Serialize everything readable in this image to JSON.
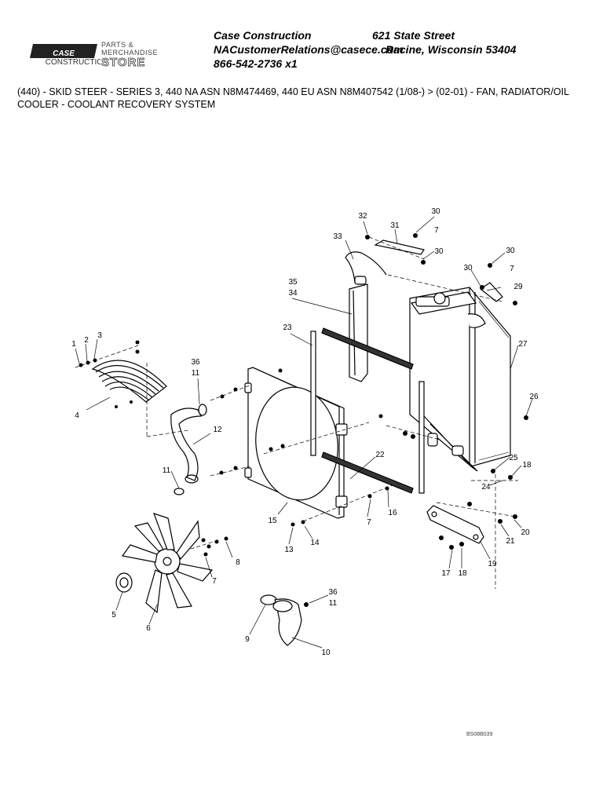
{
  "header": {
    "company": "Case Construction",
    "street": "621 State Street",
    "email": "NACustomerRelations@casece.com",
    "city": "Racine, Wisconsin 53404",
    "phone": "866-542-2736 x1"
  },
  "logo": {
    "brand": "CASE",
    "brand_sub": "CONSTRUCTION",
    "store_top": "PARTS & MERCHANDISE",
    "store_big": "STORE"
  },
  "title": "(440) - SKID STEER - SERIES 3, 440 NA ASN N8M474469, 440 EU ASN N8M407542 (1/08-) > (02-01) - FAN, RADIATOR/OIL COOLER - COOLANT RECOVERY SYSTEM",
  "diagram_code": "BS08B039",
  "callouts": [
    {
      "id": "c32",
      "label": "32"
    },
    {
      "id": "c30a",
      "label": "30"
    },
    {
      "id": "c31",
      "label": "31"
    },
    {
      "id": "c7a",
      "label": "7"
    },
    {
      "id": "c33",
      "label": "33"
    },
    {
      "id": "c30b",
      "label": "30"
    },
    {
      "id": "c30c",
      "label": "30"
    },
    {
      "id": "c30d",
      "label": "30"
    },
    {
      "id": "c7b",
      "label": "7"
    },
    {
      "id": "c35",
      "label": "35"
    },
    {
      "id": "c34",
      "label": "34"
    },
    {
      "id": "c29",
      "label": "29"
    },
    {
      "id": "c23",
      "label": "23"
    },
    {
      "id": "c27",
      "label": "27"
    },
    {
      "id": "c1",
      "label": "1"
    },
    {
      "id": "c2",
      "label": "2"
    },
    {
      "id": "c3",
      "label": "3"
    },
    {
      "id": "c36a",
      "label": "36"
    },
    {
      "id": "c11a",
      "label": "11"
    },
    {
      "id": "c4",
      "label": "4"
    },
    {
      "id": "c26",
      "label": "26"
    },
    {
      "id": "c12",
      "label": "12"
    },
    {
      "id": "c22",
      "label": "22"
    },
    {
      "id": "c25",
      "label": "25"
    },
    {
      "id": "c18a",
      "label": "18"
    },
    {
      "id": "c11b",
      "label": "11"
    },
    {
      "id": "c24",
      "label": "24"
    },
    {
      "id": "c16",
      "label": "16"
    },
    {
      "id": "c7c",
      "label": "7"
    },
    {
      "id": "c15",
      "label": "15"
    },
    {
      "id": "c20",
      "label": "20"
    },
    {
      "id": "c21",
      "label": "21"
    },
    {
      "id": "c14",
      "label": "14"
    },
    {
      "id": "c13",
      "label": "13"
    },
    {
      "id": "c8",
      "label": "8"
    },
    {
      "id": "c19",
      "label": "19"
    },
    {
      "id": "c7d",
      "label": "7"
    },
    {
      "id": "c17",
      "label": "17"
    },
    {
      "id": "c18b",
      "label": "18"
    },
    {
      "id": "c5",
      "label": "5"
    },
    {
      "id": "c6",
      "label": "6"
    },
    {
      "id": "c36b",
      "label": "36"
    },
    {
      "id": "c11c",
      "label": "11"
    },
    {
      "id": "c9",
      "label": "9"
    },
    {
      "id": "c10",
      "label": "10"
    }
  ]
}
